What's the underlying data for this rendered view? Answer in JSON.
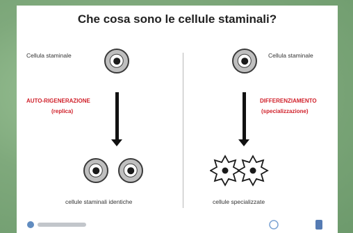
{
  "title": "Che cosa sono le cellule staminali?",
  "left": {
    "top_label": "Cellula staminale",
    "process_line1": "AUTO-RIGENERAZIONE",
    "process_line2": "(replica)",
    "bottom_label": "cellule staminali identiche"
  },
  "right": {
    "top_label": "Cellula staminale",
    "process_line1": "DIFFERENZIAMENTO",
    "process_line2": "(specializzazione)",
    "bottom_label": "cellule specializzate"
  },
  "colors": {
    "accent_red": "#d0202a",
    "cell_gray": "#bfbfbf",
    "background_green": "#7fa97c"
  }
}
